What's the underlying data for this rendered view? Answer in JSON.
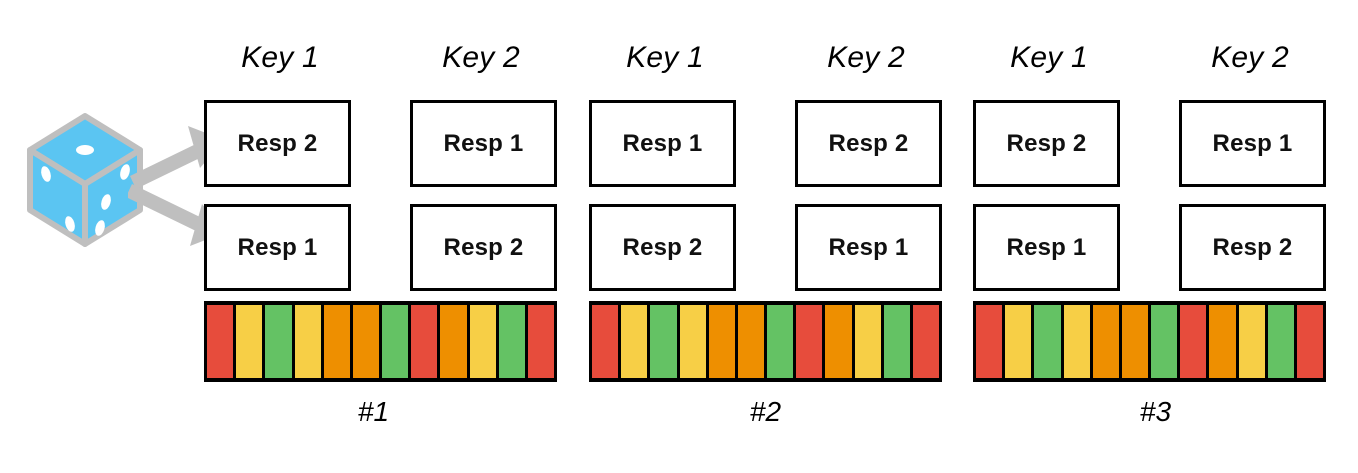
{
  "figure": {
    "randomizer": {
      "icon": "dice-icon",
      "color": "#5BC5F2",
      "outline_color": "#BFBFBF",
      "top_face_pips": 1,
      "left_face_pips": 2,
      "right_face_pips": 3
    },
    "arrows": {
      "color": "#BFBFBF",
      "count": 2,
      "directions": [
        "up-right",
        "down-right"
      ]
    },
    "colors": {
      "red": "#E74C3C",
      "yellow": "#F7CF46",
      "green": "#64C264",
      "orange": "#EE8F00",
      "border": "#000000",
      "background": "#FFFFFF"
    },
    "strip_pattern": [
      "red",
      "yellow",
      "green",
      "yellow",
      "orange",
      "orange",
      "green",
      "red",
      "orange",
      "yellow",
      "green",
      "red"
    ],
    "groups": [
      {
        "label": "#1",
        "key_labels": [
          "Key 1",
          "Key 2"
        ],
        "rows": [
          [
            "Resp 2",
            "Resp 1"
          ],
          [
            "Resp 1",
            "Resp 2"
          ]
        ],
        "strip": [
          "red",
          "yellow",
          "green",
          "yellow",
          "orange",
          "orange",
          "green",
          "red",
          "orange",
          "yellow",
          "green",
          "red"
        ]
      },
      {
        "label": "#2",
        "key_labels": [
          "Key 1",
          "Key 2"
        ],
        "rows": [
          [
            "Resp 1",
            "Resp 2"
          ],
          [
            "Resp 2",
            "Resp 1"
          ]
        ],
        "strip": [
          "red",
          "yellow",
          "green",
          "yellow",
          "orange",
          "orange",
          "green",
          "red",
          "orange",
          "yellow",
          "green",
          "red"
        ]
      },
      {
        "label": "#3",
        "key_labels": [
          "Key 1",
          "Key 2"
        ],
        "rows": [
          [
            "Resp 2",
            "Resp 1"
          ],
          [
            "Resp 1",
            "Resp 2"
          ]
        ],
        "strip": [
          "red",
          "yellow",
          "green",
          "yellow",
          "orange",
          "orange",
          "green",
          "red",
          "orange",
          "yellow",
          "green",
          "red"
        ]
      }
    ]
  }
}
